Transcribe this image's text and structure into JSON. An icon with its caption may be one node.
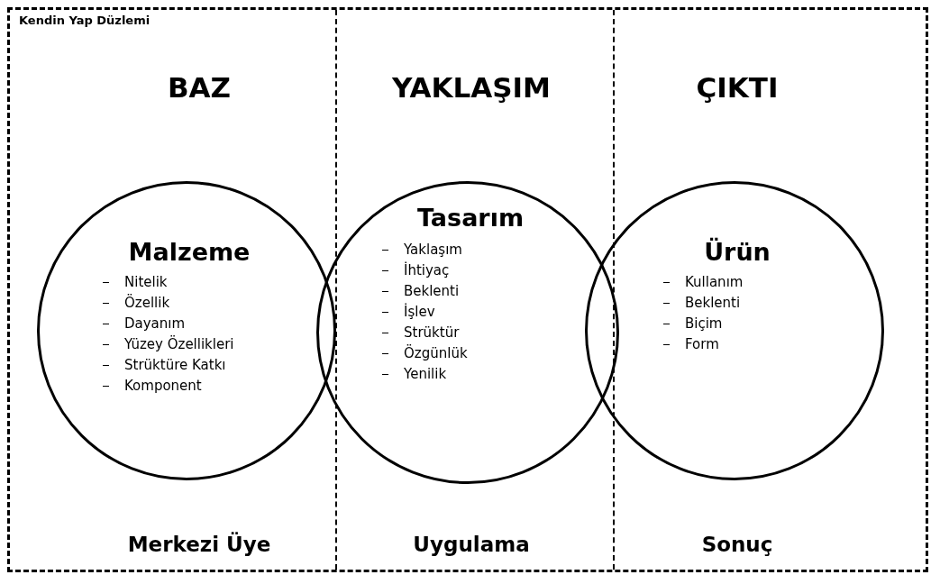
{
  "diagram": {
    "nodes": [
      {
        "text": [
          "Kendin Yap Düzlemi"
        ]
      },
      {
        "text": [
          "Malzeme",
          "Nitelik",
          "Özellik",
          "Dayanım",
          "Yüzey Özellikleri",
          "Strüktüre Katkı",
          "Komponent"
        ],
        "in": 0
      },
      {
        "text": [
          "Tasarım",
          "Yaklaşım",
          "İhtiyaç",
          "Beklenti",
          "İşlev",
          "Strüktür",
          "Özgünlük",
          "Yenilik"
        ],
        "in": 0
      },
      {
        "text": [
          "Ürün",
          "Kullanım",
          "Beklenti",
          "Biçim",
          "Form"
        ],
        "in": 0
      }
    ],
    "labels": [
      "BAZ",
      "YAKLAŞIM",
      "ÇIKTI",
      "Merkezi Üye",
      "Uygulama",
      "Sonuç"
    ]
  }
}
